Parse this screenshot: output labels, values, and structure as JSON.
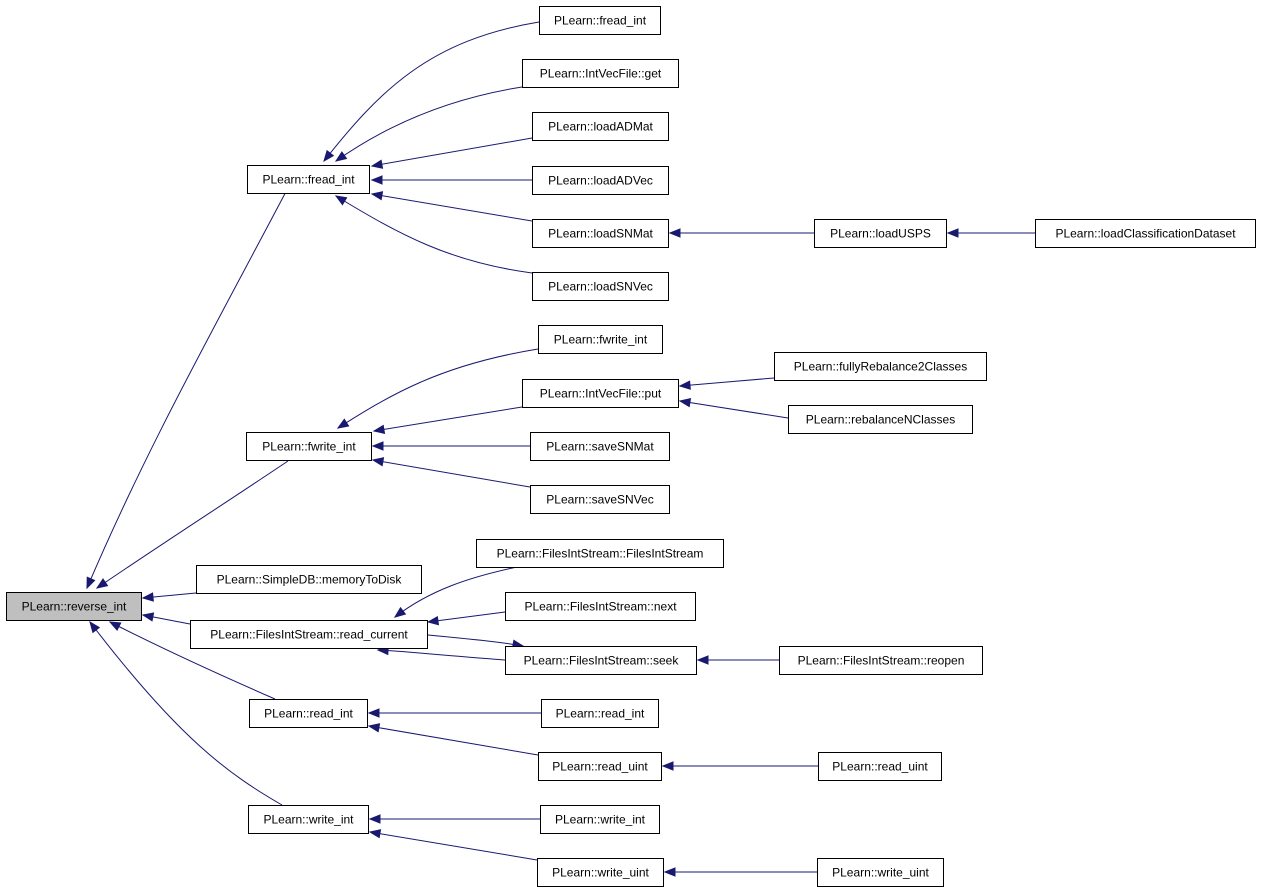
{
  "diagram": {
    "colors": {
      "edge": "#191970",
      "node_border": "#000000",
      "root_fill": "#bfbfbf",
      "node_fill": "#ffffff"
    },
    "nodes": [
      {
        "id": "reverse_int",
        "label": "PLearn::reverse_int",
        "root": true
      },
      {
        "id": "fread_int_a",
        "label": "PLearn::fread_int"
      },
      {
        "id": "fread_int_b",
        "label": "PLearn::fread_int"
      },
      {
        "id": "intvec_get",
        "label": "PLearn::IntVecFile::get"
      },
      {
        "id": "loadADMat",
        "label": "PLearn::loadADMat"
      },
      {
        "id": "loadADVec",
        "label": "PLearn::loadADVec"
      },
      {
        "id": "loadSNMat",
        "label": "PLearn::loadSNMat"
      },
      {
        "id": "loadUSPS",
        "label": "PLearn::loadUSPS"
      },
      {
        "id": "loadClassificationDataset",
        "label": "PLearn::loadClassificationDataset"
      },
      {
        "id": "loadSNVec",
        "label": "PLearn::loadSNVec"
      },
      {
        "id": "fwrite_int_a",
        "label": "PLearn::fwrite_int"
      },
      {
        "id": "fwrite_int_b",
        "label": "PLearn::fwrite_int"
      },
      {
        "id": "intvec_put",
        "label": "PLearn::IntVecFile::put"
      },
      {
        "id": "fullyRebalance2Classes",
        "label": "PLearn::fullyRebalance2Classes"
      },
      {
        "id": "rebalanceNClasses",
        "label": "PLearn::rebalanceNClasses"
      },
      {
        "id": "saveSNMat",
        "label": "PLearn::saveSNMat"
      },
      {
        "id": "saveSNVec",
        "label": "PLearn::saveSNVec"
      },
      {
        "id": "memoryToDisk",
        "label": "PLearn::SimpleDB::memoryToDisk"
      },
      {
        "id": "read_current",
        "label": "PLearn::FilesIntStream::read_current"
      },
      {
        "id": "fis_ctor",
        "label": "PLearn::FilesIntStream::FilesIntStream"
      },
      {
        "id": "fis_next",
        "label": "PLearn::FilesIntStream::next"
      },
      {
        "id": "fis_seek",
        "label": "PLearn::FilesIntStream::seek"
      },
      {
        "id": "fis_reopen",
        "label": "PLearn::FilesIntStream::reopen"
      },
      {
        "id": "read_int_a",
        "label": "PLearn::read_int"
      },
      {
        "id": "read_int_b",
        "label": "PLearn::read_int"
      },
      {
        "id": "read_uint_a",
        "label": "PLearn::read_uint"
      },
      {
        "id": "read_uint_b",
        "label": "PLearn::read_uint"
      },
      {
        "id": "write_int_a",
        "label": "PLearn::write_int"
      },
      {
        "id": "write_int_b",
        "label": "PLearn::write_int"
      },
      {
        "id": "write_uint_a",
        "label": "PLearn::write_uint"
      },
      {
        "id": "write_uint_b",
        "label": "PLearn::write_uint"
      }
    ],
    "edges": [
      {
        "from": "fread_int_a",
        "to": "reverse_int"
      },
      {
        "from": "fwrite_int_a",
        "to": "reverse_int"
      },
      {
        "from": "memoryToDisk",
        "to": "reverse_int"
      },
      {
        "from": "read_current",
        "to": "reverse_int"
      },
      {
        "from": "read_int_a",
        "to": "reverse_int"
      },
      {
        "from": "write_int_a",
        "to": "reverse_int"
      },
      {
        "from": "fread_int_b",
        "to": "fread_int_a"
      },
      {
        "from": "intvec_get",
        "to": "fread_int_a"
      },
      {
        "from": "loadADMat",
        "to": "fread_int_a"
      },
      {
        "from": "loadADVec",
        "to": "fread_int_a"
      },
      {
        "from": "loadSNMat",
        "to": "fread_int_a"
      },
      {
        "from": "loadSNVec",
        "to": "fread_int_a"
      },
      {
        "from": "loadUSPS",
        "to": "loadSNMat"
      },
      {
        "from": "loadClassificationDataset",
        "to": "loadUSPS"
      },
      {
        "from": "fwrite_int_b",
        "to": "fwrite_int_a"
      },
      {
        "from": "intvec_put",
        "to": "fwrite_int_a"
      },
      {
        "from": "saveSNMat",
        "to": "fwrite_int_a"
      },
      {
        "from": "saveSNVec",
        "to": "fwrite_int_a"
      },
      {
        "from": "fullyRebalance2Classes",
        "to": "intvec_put"
      },
      {
        "from": "rebalanceNClasses",
        "to": "intvec_put"
      },
      {
        "from": "fis_ctor",
        "to": "read_current"
      },
      {
        "from": "fis_next",
        "to": "read_current"
      },
      {
        "from": "fis_seek",
        "to": "read_current"
      },
      {
        "from": "read_current",
        "to": "fis_seek"
      },
      {
        "from": "fis_reopen",
        "to": "fis_seek"
      },
      {
        "from": "read_int_b",
        "to": "read_int_a"
      },
      {
        "from": "read_uint_a",
        "to": "read_int_a"
      },
      {
        "from": "read_uint_b",
        "to": "read_uint_a"
      },
      {
        "from": "write_int_b",
        "to": "write_int_a"
      },
      {
        "from": "write_uint_a",
        "to": "write_int_a"
      },
      {
        "from": "write_uint_b",
        "to": "write_uint_a"
      }
    ]
  }
}
